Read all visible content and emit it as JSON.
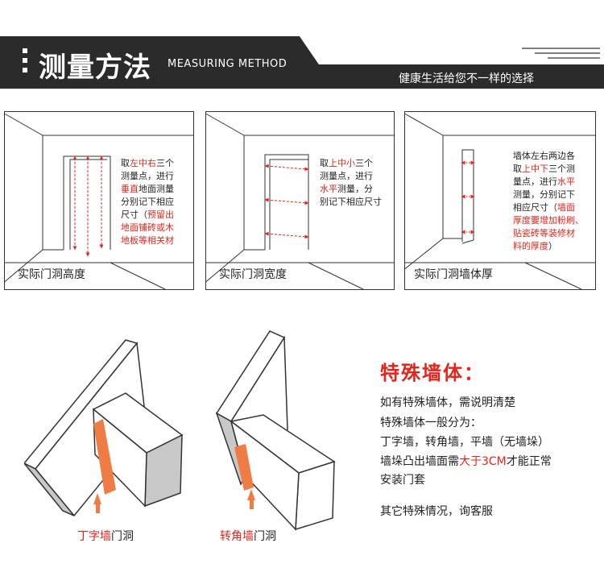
{
  "header": {
    "title_zh": "测量方法",
    "title_en": "MEASURING METHOD",
    "slogan": "健康生活给您不一样的选择"
  },
  "panels": [
    {
      "caption": "实际门洞高度",
      "text": [
        [
          {
            "t": "取"
          },
          {
            "t": "左中右",
            "red": true
          },
          {
            "t": "三个"
          }
        ],
        [
          {
            "t": "测量点，进行"
          }
        ],
        [
          {
            "t": "垂直",
            "red": true
          },
          {
            "t": "地面测量"
          }
        ],
        [
          {
            "t": "分别记下相应"
          }
        ],
        [
          {
            "t": "尺寸（"
          },
          {
            "t": "预留出",
            "red": true
          }
        ],
        [
          {
            "t": "地面铺砖或木",
            "red": true
          }
        ],
        [
          {
            "t": "地板等相关材",
            "red": true
          }
        ]
      ]
    },
    {
      "caption": "实际门洞宽度",
      "text": [
        [
          {
            "t": "取"
          },
          {
            "t": "上中小",
            "red": true
          },
          {
            "t": "三个"
          }
        ],
        [
          {
            "t": "测量点，进行"
          }
        ],
        [
          {
            "t": "水平",
            "red": true
          },
          {
            "t": "测量，分"
          }
        ],
        [
          {
            "t": "别记下相应尺寸"
          }
        ]
      ]
    },
    {
      "caption": "实际门洞墙体厚",
      "text": [
        [
          {
            "t": "墙体左右两边各"
          }
        ],
        [
          {
            "t": "取"
          },
          {
            "t": "上中下",
            "red": true
          },
          {
            "t": "三个测"
          }
        ],
        [
          {
            "t": "量点，进行"
          },
          {
            "t": "水平",
            "red": true
          }
        ],
        [
          {
            "t": "测量，分别记下"
          }
        ],
        [
          {
            "t": "相应尺寸（"
          },
          {
            "t": "墙面",
            "red": true
          }
        ],
        [
          {
            "t": "厚度要增加粉刷、",
            "red": true
          }
        ],
        [
          {
            "t": "贴瓷砖等装修材",
            "red": true
          }
        ],
        [
          {
            "t": "料的厚度",
            "red": true
          },
          {
            "t": "）"
          }
        ]
      ]
    }
  ],
  "special": {
    "title": "特殊墙体：",
    "line1": "如有特殊墙体，需说明清楚",
    "line2": "特殊墙体一般分为：",
    "line3": "丁字墙，转角墙，平墙（无墙垛）",
    "line4_a": "墙垛凸出墙面需",
    "line4_b": "大于3CM",
    "line4_c": "才能正常",
    "line5": "安装门套",
    "line6": "其它特殊情况，询客服"
  },
  "bottom_captions": {
    "tee_red": "丁字墙",
    "tee_black": "门洞",
    "corner_red": "转角墙",
    "corner_black": "门洞"
  },
  "colors": {
    "header_dark": "#2b2b2b",
    "accent_red": "#e4251b",
    "orange_fill": "#f07c45",
    "gray_bar": "#c8c8c8"
  }
}
